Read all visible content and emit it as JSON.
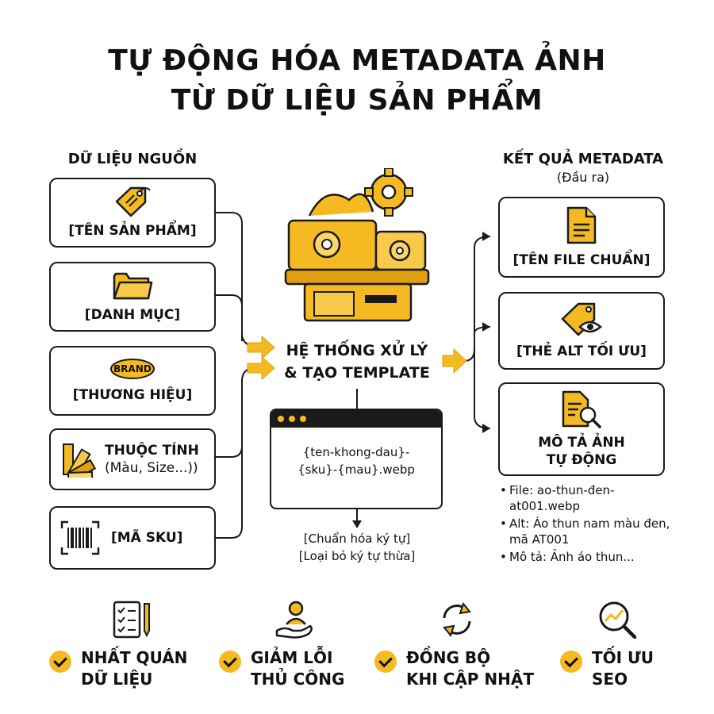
{
  "title": {
    "line1": "TỰ ĐỘNG HÓA METADATA ẢNH",
    "line2": "TỪ DỮ LIỆU SẢN PHẨM"
  },
  "inputs": {
    "heading": "DỮ LIỆU NGUỒN",
    "product_name": "[TÊN SẢN PHẨM]",
    "category": "[DANH MỤC]",
    "brand_badge": "BRAND",
    "brand": "[THƯƠNG HIỆU]",
    "attributes_line1": "THUỘC TÍNH",
    "attributes_line2": "(Màu, Size...))",
    "sku": "[MÃ SKU]"
  },
  "processor": {
    "line1": "HỆ THỐNG XỬ LÝ",
    "line2": "& TẠO TEMPLATE",
    "template_line1": "{ten-khong-dau}-",
    "template_line2": "{sku}-{mau}.webp",
    "normalize_line1": "[Chuẩn hóa ký tự]",
    "normalize_line2": "[Loại bỏ ký tự thừa]"
  },
  "outputs": {
    "heading": "KẾT QUẢ METADATA",
    "subheading": "(Đầu ra)",
    "file_name": "[TÊN FILE CHUẨN]",
    "alt_tag": "[THẺ ALT TỐI ƯU]",
    "desc_line1": "MÔ TẢ ẢNH",
    "desc_line2": "TỰ ĐỘNG",
    "examples": [
      "File: ao-thun-đen-at001.webp",
      "Alt: Áo thun nam màu đen, mã AT001",
      "Mô tả: Ảnh áo thun..."
    ]
  },
  "benefits": [
    {
      "line1": "NHẤT QUÁN",
      "line2": "DỮ LIỆU"
    },
    {
      "line1": "GIẢM LỖI",
      "line2": "THỦ CÔNG"
    },
    {
      "line1": "ĐỒNG BỘ",
      "line2": "KHI CẬP NHẬT"
    },
    {
      "line1": "TỐI ƯU",
      "line2": "SEO"
    }
  ],
  "colors": {
    "accent": "#f5b922",
    "accent_dark": "#e0a010",
    "ink": "#1a1a1a"
  }
}
